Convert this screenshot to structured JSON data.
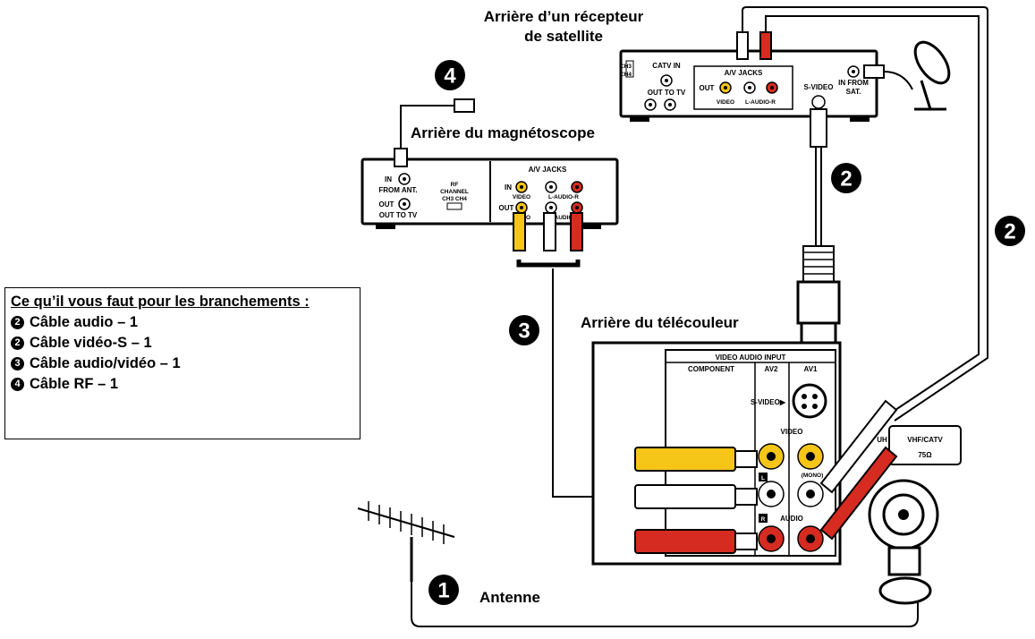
{
  "labels": {
    "satellite_line1": "Arrière d’un récepteur",
    "satellite_line2": "de satellite",
    "vcr": "Arrière du magnétoscope",
    "tv": "Arrière du télécouleur",
    "antenna": "Antenne"
  },
  "badges": {
    "b1": "1",
    "b2": "2",
    "b3": "3",
    "b4": "4"
  },
  "satellite_panel": {
    "ch3": "CH3",
    "ch4": "CH4",
    "catv_in": "CATV IN",
    "out_to_tv": "OUT TO TV",
    "av_jacks": "A/V JACKS",
    "out": "OUT",
    "video": "VIDEO",
    "l_audio_r": "L-AUDIO-R",
    "s_video": "S-VIDEO",
    "in_from_sat_1": "IN FROM",
    "in_from_sat_2": "SAT."
  },
  "vcr_panel": {
    "in": "IN",
    "from_ant": "FROM ANT.",
    "out": "OUT",
    "out_to_tv": "OUT TO TV",
    "rf": "RF",
    "channel": "CHANNEL",
    "ch3_ch4": "CH3  CH4",
    "av_jacks": "A/V JACKS",
    "jack_in": "IN",
    "jack_out": "OUT",
    "video": "VIDEO",
    "l_audio_r": "L-AUDIO-R",
    "video_lower": "VIDEO",
    "audio_lower": "AUDIO"
  },
  "tv_panel": {
    "video_audio_input": "VIDEO AUDIO INPUT",
    "component": "COMPONENT",
    "av2": "AV2",
    "av1": "AV1",
    "s_video": "S-VIDEO▶",
    "video": "VIDEO",
    "mono": "(MONO)",
    "l": "L",
    "r": "R",
    "audio": "AUDIO",
    "uh": "UH",
    "vhf_catv": "VHF/CATV",
    "ohms": "75Ω"
  },
  "checklist": {
    "title": "Ce qu’il vous faut pour les branchements :",
    "items": [
      {
        "badge": "2",
        "text": "Câble audio – 1"
      },
      {
        "badge": "2",
        "text": "Câble vidéo-S  – 1"
      },
      {
        "badge": "3",
        "text": "Câble audio/vidéo  – 1"
      },
      {
        "badge": "4",
        "text": "Câble RF – 1"
      }
    ]
  },
  "colors": {
    "video_jack": "#f5c518",
    "audio_left_jack": "#ffffff",
    "audio_right_jack": "#d62b20"
  }
}
